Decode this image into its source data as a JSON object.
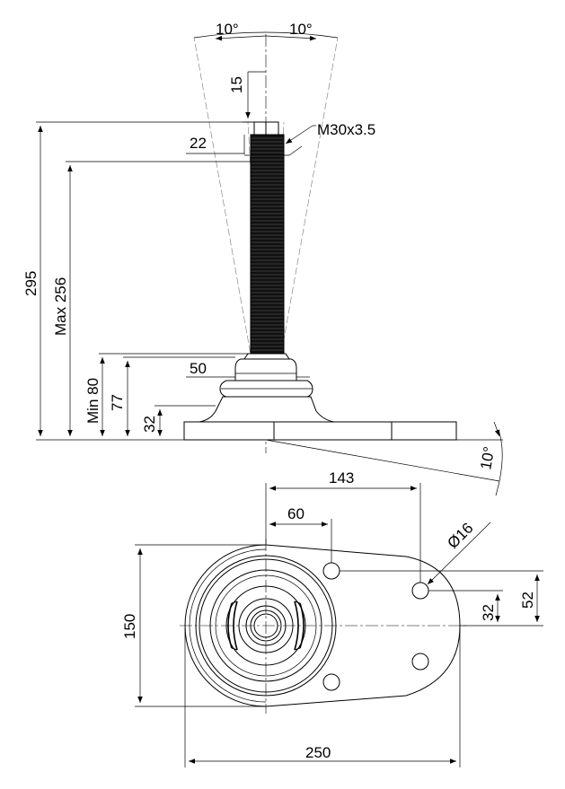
{
  "front_view": {
    "angle_left": "10°",
    "angle_right": "10°",
    "dim_top": "15",
    "thread": "M30x3.5",
    "dim_22": "22",
    "overall_height": "295",
    "max_height": "Max 256",
    "dim_50": "50",
    "min_height": "Min 80",
    "dim_77": "77",
    "dim_32": "32",
    "tilt_angle": "10°"
  },
  "plan_view": {
    "hole_spacing": "143",
    "dim_60": "60",
    "hole_diameter": "Ø16",
    "height_150": "150",
    "dim_52": "52",
    "dim_32": "32",
    "width_250": "250"
  }
}
